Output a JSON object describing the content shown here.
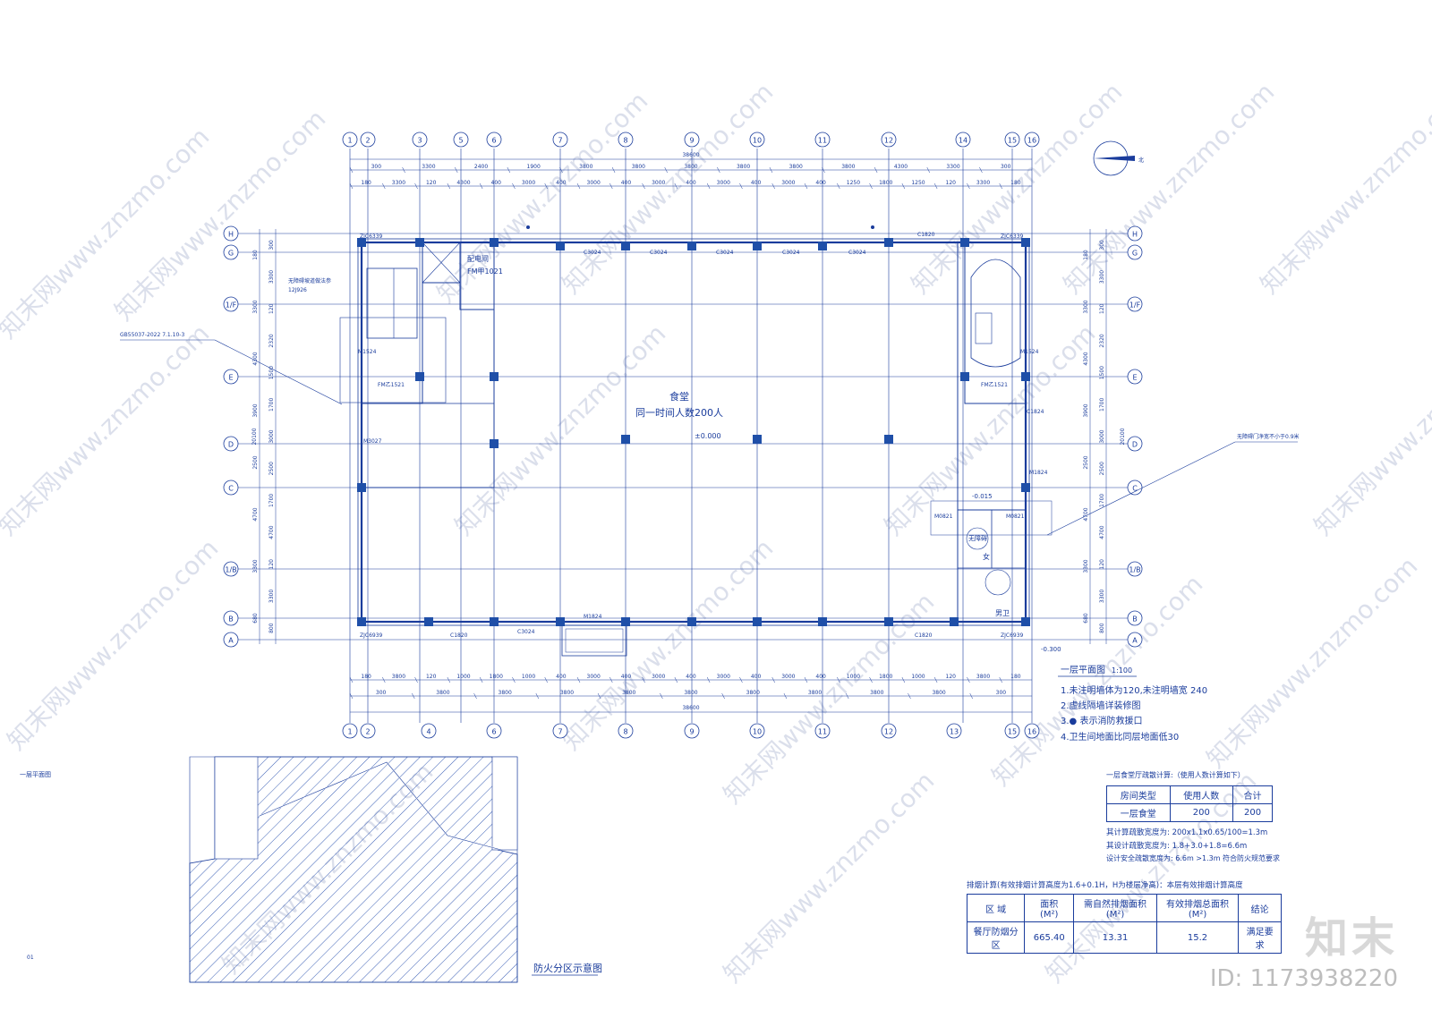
{
  "top_dims_row1": [
    "300",
    "3300",
    "2400",
    "1900",
    "3800",
    "3800",
    "3800",
    "3800",
    "3800",
    "3800",
    "4300",
    "3300",
    "300"
  ],
  "top_dims_row2": [
    "180",
    "3300",
    "120",
    "4300",
    "400",
    "3000",
    "400",
    "3000",
    "400",
    "3000",
    "400",
    "3000",
    "400",
    "3000",
    "400",
    "1250",
    "1800",
    "1250",
    "120",
    "3300",
    "180"
  ],
  "bottom_dims_row1": [
    "180",
    "3800",
    "120",
    "1000",
    "1800",
    "1000",
    "400",
    "3000",
    "400",
    "3000",
    "400",
    "3000",
    "400",
    "3000",
    "400",
    "1000",
    "1800",
    "1000",
    "120",
    "3800",
    "180"
  ],
  "bottom_dims_row2": [
    "300",
    "3800",
    "3800",
    "3800",
    "3800",
    "3800",
    "3800",
    "3800",
    "3800",
    "3800",
    "300"
  ],
  "total_width": "38600",
  "axes_top": [
    "1",
    "2",
    "3",
    "5",
    "6",
    "7",
    "8",
    "9",
    "10",
    "11",
    "12",
    "14",
    "15",
    "16"
  ],
  "axes_bottom": [
    "1",
    "2",
    "4",
    "6",
    "7",
    "8",
    "9",
    "10",
    "11",
    "12",
    "13",
    "15",
    "16"
  ],
  "axes_rows": [
    "H",
    "G",
    "1/F",
    "E",
    "D",
    "C",
    "1/B",
    "B",
    "A"
  ],
  "left_dims": [
    "300",
    "3300",
    "120",
    "2320",
    "1500",
    "1700",
    "3000",
    "2500",
    "1700",
    "4700",
    "120",
    "3300",
    "800"
  ],
  "left_outer": [
    "180",
    "3300",
    "4300",
    "3900",
    "2500",
    "4700",
    "3300",
    "680"
  ],
  "total_height": "20100",
  "rooms": {
    "dining": "食堂",
    "occupancy": "同一时间人数200人",
    "elevation": "±0.000",
    "electric": "配电间",
    "electric_door": "FM甲1021",
    "barrier_free": "无障碍",
    "female": "女",
    "male": "男卫",
    "level_low": "-0.015",
    "level_ext": "-0.300"
  },
  "windows": [
    "C3024",
    "C3024",
    "C3024",
    "C3024",
    "C3024",
    "C3024",
    "C1820",
    "C1820",
    "C1820",
    "C1824"
  ],
  "doors": [
    "ZJC6339",
    "ZJC6339",
    "ZJC6939",
    "ZJC6939",
    "M1824",
    "M1824",
    "M3027",
    "M1524",
    "M1524",
    "FM乙1521",
    "FM乙1521",
    "M0821",
    "M0821"
  ],
  "annotations": {
    "ramp": "无障碍坡道做法参",
    "ramp_ref": "12J926",
    "code_ref": "GB55037-2022  7.1.10-3",
    "door_note": "无障碍门净宽不小于0.9米"
  },
  "notes": {
    "title": "一层平面图",
    "scale": "1:100",
    "items": [
      "1.未注明墙体为120,未注明墙宽 240",
      "2.虚线隔墙详装修图",
      "3.● 表示消防救援口",
      "4.卫生间地面比同层地面低30"
    ]
  },
  "north": "北",
  "fire_zone_caption": "防火分区示意图",
  "small_label": "一层平面图",
  "page_no": "01",
  "evac": {
    "title": "一层食堂厅疏散计算:（使用人数计算如下）",
    "headers": [
      "房间类型",
      "使用人数",
      "合计"
    ],
    "row": [
      "一层食堂",
      "200",
      "200"
    ],
    "lines": [
      "其计算疏散宽度为: 200x1.1x0.65/100=1.3m",
      "其设计疏散宽度为: 1.8+3.0+1.8=6.6m",
      "设计安全疏散宽度为: 6.6m >1.3m   符合防火规范要求"
    ]
  },
  "smoke": {
    "title": "排烟计算(有效排烟计算高度为1.6+0.1H，H为楼层净高)：本层有效排烟计算高度",
    "headers": [
      "区 域",
      "面积 (M²)",
      "需自然排烟面积(M²)",
      "有效排烟总面积(M²)",
      "结论"
    ],
    "row": [
      "餐厅防烟分区",
      "665.40",
      "13.31",
      "15.2",
      "满足要求"
    ]
  },
  "watermark": "知末网www.znzmo.com",
  "brand": {
    "logo": "知末",
    "id": "ID: 1173938220"
  },
  "colors": {
    "line": "#1a3c9c",
    "column": "#1f4fa8",
    "hatch": "#3b5fb5"
  }
}
